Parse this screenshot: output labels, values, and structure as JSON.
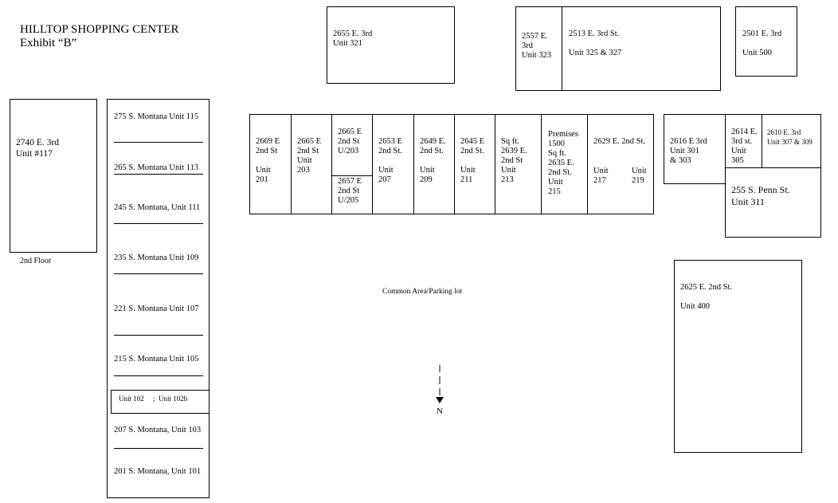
{
  "title": "HILLTOP SHOPPING CENTER\nExhibit “B”",
  "left_building": {
    "text": "2740 E. 3rd\nUnit #117",
    "floor_note": "2nd Floor"
  },
  "montana": [
    "275 S. Montana Unit 115",
    "265 S. Montana Unit 113",
    "245 S. Montana, Unit 111",
    "235 S. Montana Unit 109",
    "221 S. Montana Unit 107",
    "215 S. Montana Unit 105",
    "207 S. Montana, Unit 103",
    "201 S. Montana, Unit 101"
  ],
  "unit_102": "Unit 102     ;  Unit 102b",
  "top": {
    "u321": "2655 E. 3rd\nUnit 321",
    "u323": "2557 E.\n3rd\nUnit 323",
    "u325": "2513 E. 3rd St.\n\nUnit 325 & 327",
    "u500": "2501 E. 3rd\n\nUnit 500"
  },
  "row": {
    "u201": "2669 E\n2nd St\n\nUnit\n201",
    "u203": "2665 E\n2nd St\nUnit\n203",
    "u203b": "2665 E\n2nd St\nU/203",
    "u205": "2657 E\n2nd St\nU/205",
    "u207": "2653 E\n2nd St.\n\nUnit\n207",
    "u209": "2649 E.\n2nd St.\n\nUnit\n209",
    "u211": "2645 E\n2nd St.\n\nUnit\n211",
    "u213": "Sq ft.\n2639 E.\n2nd St\nUnit\n213",
    "u215": "Premises\n1500\nSq ft.\n2635 E.\n2nd St.\nUnit\n215",
    "u217_head": "2629 E. 2nd St.",
    "u217": "Unit\n217",
    "u219": "Unit\n219"
  },
  "east": {
    "u301": "2616 E 3rd\nUnit 301\n& 303",
    "u305": "2614 E.\n3rd st.\nUnit\n305",
    "u307": "2610 E. 3rd\nUnit 307 & 309",
    "u311": "255 S. Penn St.\nUnit 311",
    "u400": "2625 E. 2nd St.\n\nUnit 400"
  },
  "common_area": "Common Area/Parking lot",
  "north": "N"
}
